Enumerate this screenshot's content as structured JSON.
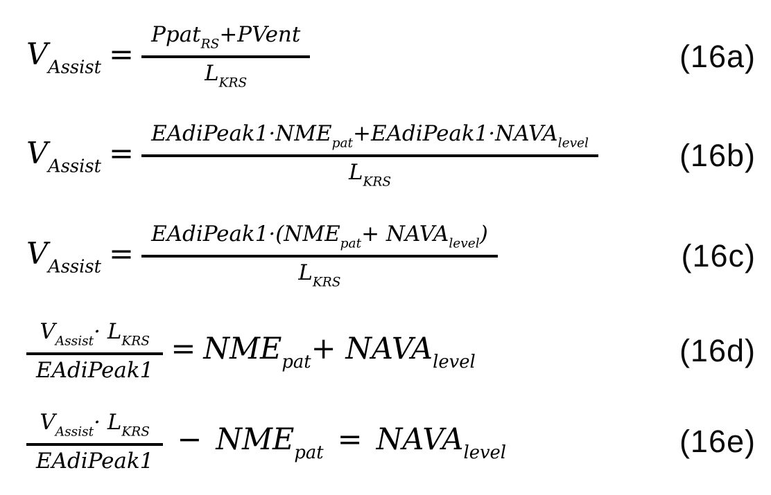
{
  "colors": {
    "background": "#ffffff",
    "text": "#000000"
  },
  "equations": [
    {
      "id": "16a",
      "label": "(16a)",
      "tokens": [
        {
          "t": "i",
          "v": "V"
        },
        {
          "t": "sub",
          "v": "Assist"
        },
        {
          "t": "o",
          "v": "="
        },
        {
          "t": "frac",
          "num": [
            {
              "t": "i",
              "v": "Ppat"
            },
            {
              "t": "sub",
              "v": "RS"
            },
            {
              "t": "i",
              "v": "+PVent"
            }
          ],
          "den": [
            {
              "t": "i",
              "v": "L"
            },
            {
              "t": "sub",
              "v": "KRS"
            }
          ]
        }
      ]
    },
    {
      "id": "16b",
      "label": "(16b)",
      "tokens": [
        {
          "t": "i",
          "v": "V"
        },
        {
          "t": "sub",
          "v": "Assist"
        },
        {
          "t": "o",
          "v": "="
        },
        {
          "t": "frac",
          "num": [
            {
              "t": "i",
              "v": "EAdiPeak1·NME"
            },
            {
              "t": "sub",
              "v": "pat"
            },
            {
              "t": "i",
              "v": "+EAdiPeak1·NAVA"
            },
            {
              "t": "sub",
              "v": "level"
            }
          ],
          "den": [
            {
              "t": "i",
              "v": "L"
            },
            {
              "t": "sub",
              "v": "KRS"
            }
          ]
        }
      ]
    },
    {
      "id": "16c",
      "label": "(16c)",
      "tokens": [
        {
          "t": "i",
          "v": "V"
        },
        {
          "t": "sub",
          "v": "Assist"
        },
        {
          "t": "o",
          "v": "="
        },
        {
          "t": "frac",
          "num": [
            {
              "t": "i",
              "v": "EAdiPeak1·(NME"
            },
            {
              "t": "sub",
              "v": "pat"
            },
            {
              "t": "i",
              "v": "+ NAVA"
            },
            {
              "t": "sub",
              "v": "level"
            },
            {
              "t": "i",
              "v": ")"
            }
          ],
          "den": [
            {
              "t": "i",
              "v": "L"
            },
            {
              "t": "sub",
              "v": "KRS"
            }
          ]
        }
      ]
    },
    {
      "id": "16d",
      "label": "(16d)",
      "tokens": [
        {
          "t": "frac",
          "num": [
            {
              "t": "i",
              "v": "V"
            },
            {
              "t": "sub",
              "v": "Assist"
            },
            {
              "t": "i",
              "v": "· L"
            },
            {
              "t": "sub",
              "v": "KRS"
            }
          ],
          "den": [
            {
              "t": "i",
              "v": "EAdiPeak1"
            }
          ]
        },
        {
          "t": "o",
          "v": "="
        },
        {
          "t": "i",
          "v": "NME"
        },
        {
          "t": "sub",
          "v": "pat"
        },
        {
          "t": "i",
          "v": "+ NAVA"
        },
        {
          "t": "sub",
          "v": "level"
        }
      ]
    },
    {
      "id": "16e",
      "label": "(16e)",
      "tokens": [
        {
          "t": "frac",
          "num": [
            {
              "t": "i",
              "v": "V"
            },
            {
              "t": "sub",
              "v": "Assist"
            },
            {
              "t": "i",
              "v": "· L"
            },
            {
              "t": "sub",
              "v": "KRS"
            }
          ],
          "den": [
            {
              "t": "i",
              "v": "EAdiPeak1"
            }
          ]
        },
        {
          "t": "o",
          "v": "−",
          "w": true
        },
        {
          "t": "i",
          "v": "NME"
        },
        {
          "t": "sub",
          "v": "pat"
        },
        {
          "t": "o",
          "v": "=",
          "w": true
        },
        {
          "t": "i",
          "v": "NAVA"
        },
        {
          "t": "sub",
          "v": "level"
        }
      ]
    }
  ]
}
